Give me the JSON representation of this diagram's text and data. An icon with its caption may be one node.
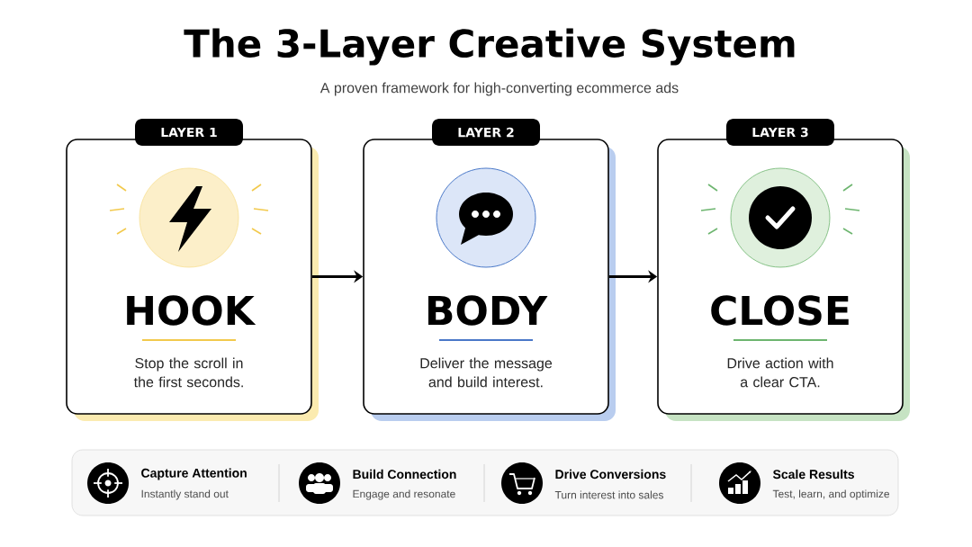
{
  "diagram": {
    "title": "The 3-Layer Creative System",
    "caption": "A proven framework for high-converting ecommerce ads",
    "nodes": [
      {
        "text": [
          "LAYER 1",
          "HOOK",
          "Stop the scroll in the first seconds."
        ]
      },
      {
        "text": [
          "LAYER 2",
          "BODY",
          "Deliver the message and build interest."
        ]
      },
      {
        "text": [
          "LAYER 3",
          "CLOSE",
          "Drive action with a clear CTA."
        ]
      }
    ],
    "edges": [
      {
        "from": 0,
        "to": 1,
        "arrow": "to"
      },
      {
        "from": 1,
        "to": 2,
        "arrow": "to"
      }
    ],
    "labels": [
      "Capture Attention",
      "Instantly stand out",
      "Build Connection",
      "Engage and resonate",
      "Drive Conversions",
      "Turn interest into sales",
      "Scale Results",
      "Test, learn, and optimize"
    ]
  }
}
